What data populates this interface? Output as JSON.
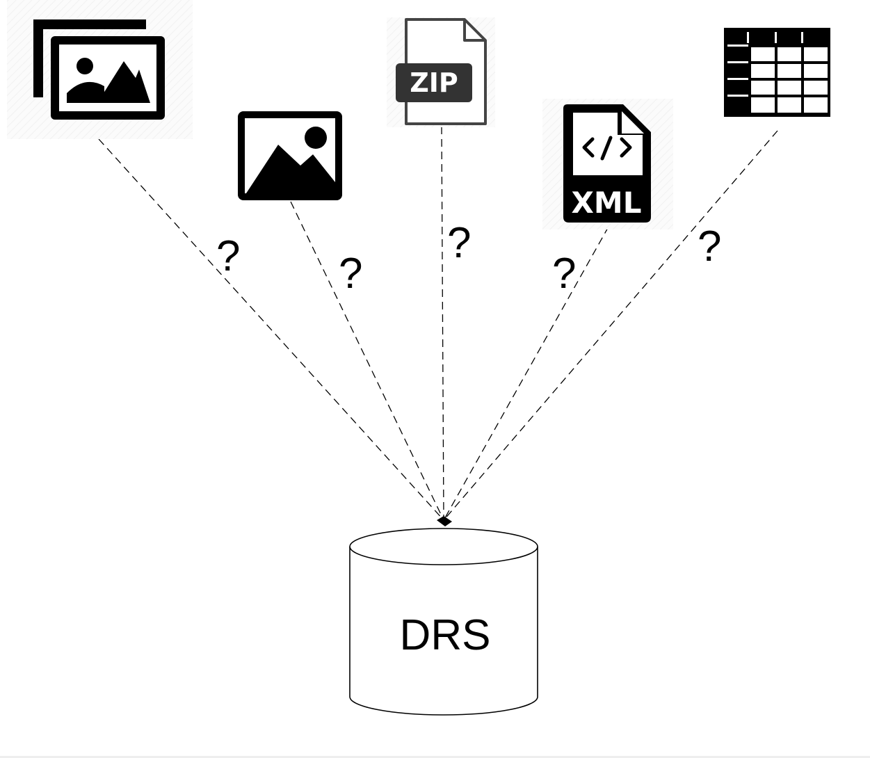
{
  "edge_label": "?",
  "database": {
    "label": "DRS"
  },
  "sources": [
    {
      "icon": "image-gallery-icon",
      "label": ""
    },
    {
      "icon": "image-icon",
      "label": ""
    },
    {
      "icon": "zip-file-icon",
      "label": "ZIP"
    },
    {
      "icon": "xml-file-icon",
      "label": "XML"
    },
    {
      "icon": "table-icon",
      "label": ""
    }
  ],
  "colors": {
    "icon_fill": "#000000",
    "zip_band": "#333333",
    "line": "#000000",
    "background": "#ffffff",
    "icon_halo": "#f4f4f4"
  }
}
